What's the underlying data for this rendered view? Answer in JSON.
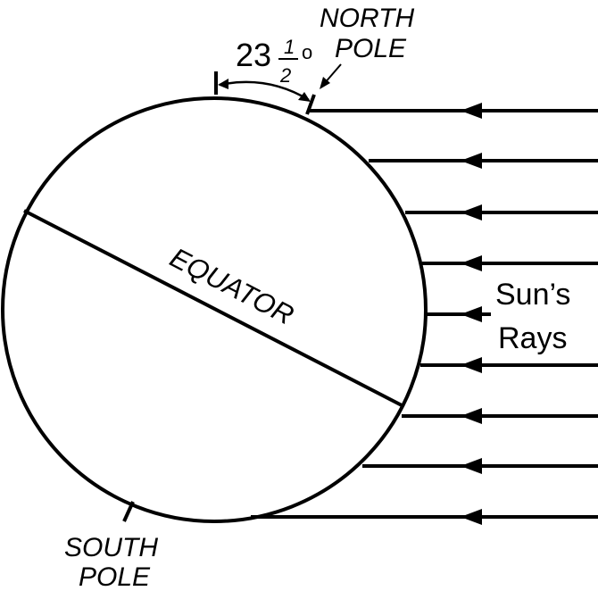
{
  "diagram": {
    "north_pole_label_line1": "NORTH",
    "north_pole_label_line2": "POLE",
    "south_pole_label_line1": "SOUTH",
    "south_pole_label_line2": "POLE",
    "equator_label": "EQUATOR",
    "tilt_angle_whole": "23",
    "tilt_angle_numerator": "1",
    "tilt_angle_denominator": "2",
    "tilt_angle_degree": "o",
    "rays_label_line1": "Sun’s",
    "rays_label_line2": "Rays",
    "colors": {
      "ink": "#000000",
      "background": "#ffffff"
    }
  }
}
